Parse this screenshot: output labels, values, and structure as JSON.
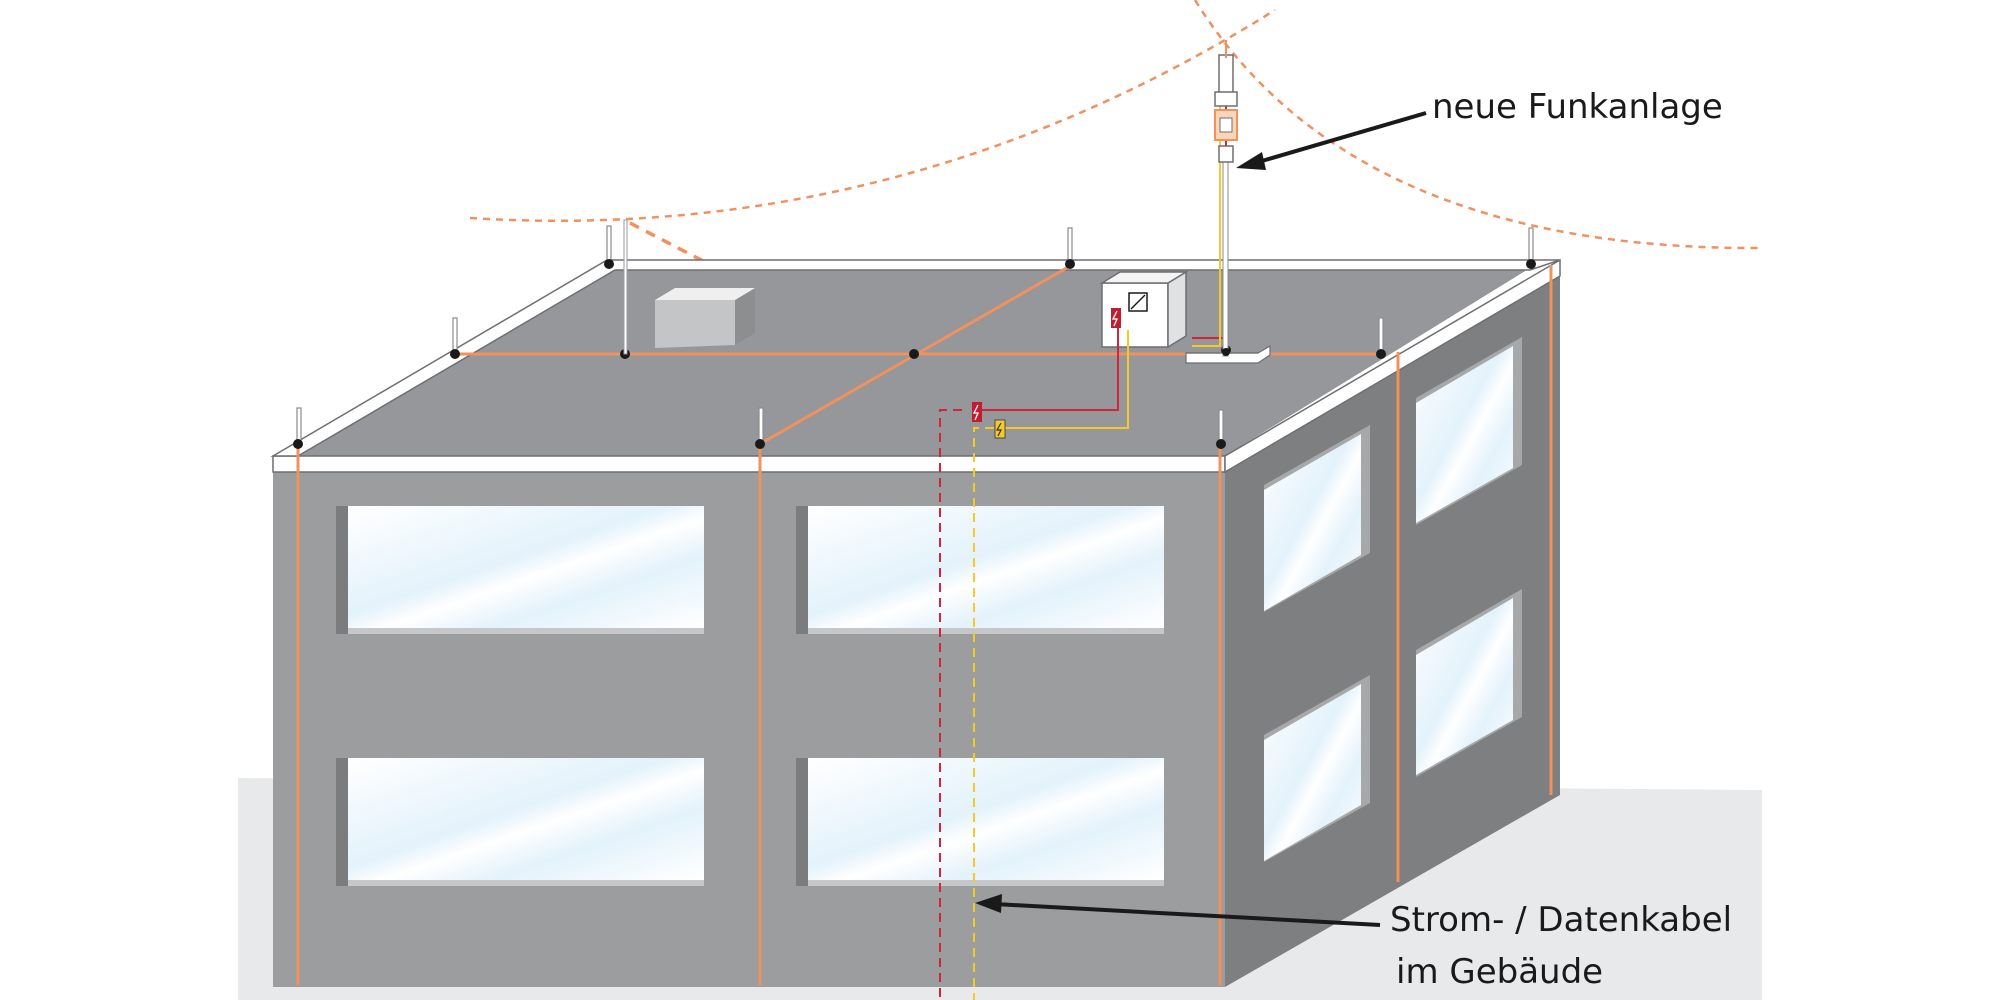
{
  "labels": {
    "radio_system": "neue Funkanlage",
    "cable_line1": "Strom- / Datenkabel",
    "cable_line2": "im Gebäude"
  },
  "colors": {
    "lightning_conductor": "#f0915f",
    "power_cable": "#d0263b",
    "data_cable": "#f4c928",
    "radiation_zone": "#f0915f",
    "facade_front": "#9c9d9f",
    "facade_side": "#7e7f81",
    "roof": "#96979a",
    "ground": "#e8e9ea",
    "window_glass": "#e9f5fc"
  },
  "icons": {
    "surge_protector": "lightning-bolt-icon",
    "distribution_box": "switch-box-icon"
  }
}
